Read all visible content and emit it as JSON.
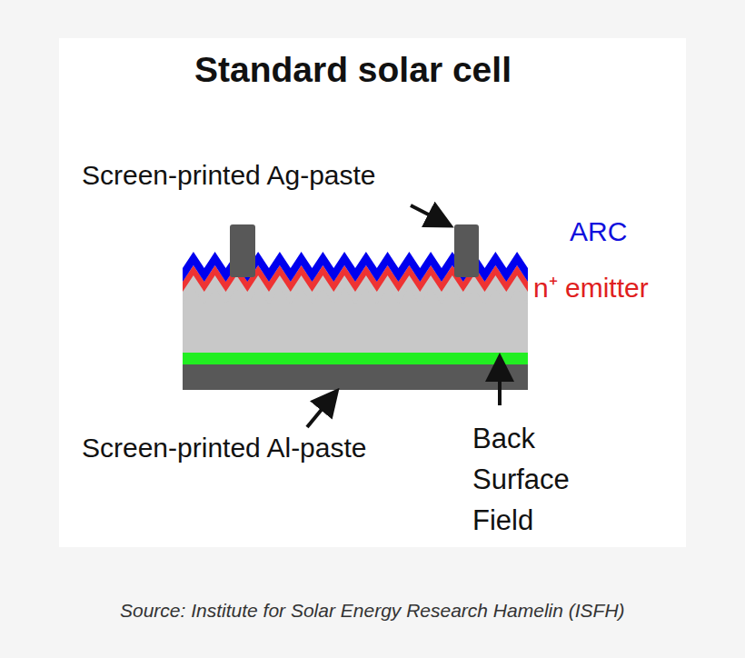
{
  "diagram": {
    "title": "Standard solar cell",
    "caption": "Source: Institute for Solar Energy Research Hamelin (ISFH)",
    "labels": [
      "Screen-printed Ag-paste",
      "ARC",
      "n⁺ emitter",
      "Screen-printed Al-paste",
      "Back Surface Field"
    ]
  }
}
